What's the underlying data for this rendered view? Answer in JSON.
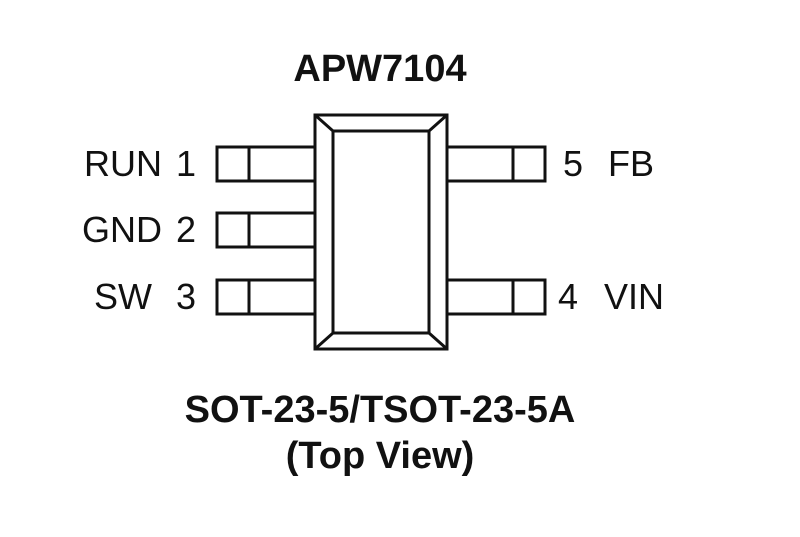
{
  "title": "APW7104",
  "package": {
    "line1": "SOT-23-5/TSOT-23-5A",
    "line2": "(Top View)"
  },
  "pins": {
    "left": [
      {
        "name": "RUN",
        "number": "1"
      },
      {
        "name": "GND",
        "number": "2"
      },
      {
        "name": "SW",
        "number": "3"
      }
    ],
    "right": [
      {
        "name": "FB",
        "number": "5"
      },
      {
        "name": "VIN",
        "number": "4"
      }
    ]
  },
  "colors": {
    "ink": "#111111",
    "background": "#ffffff"
  }
}
